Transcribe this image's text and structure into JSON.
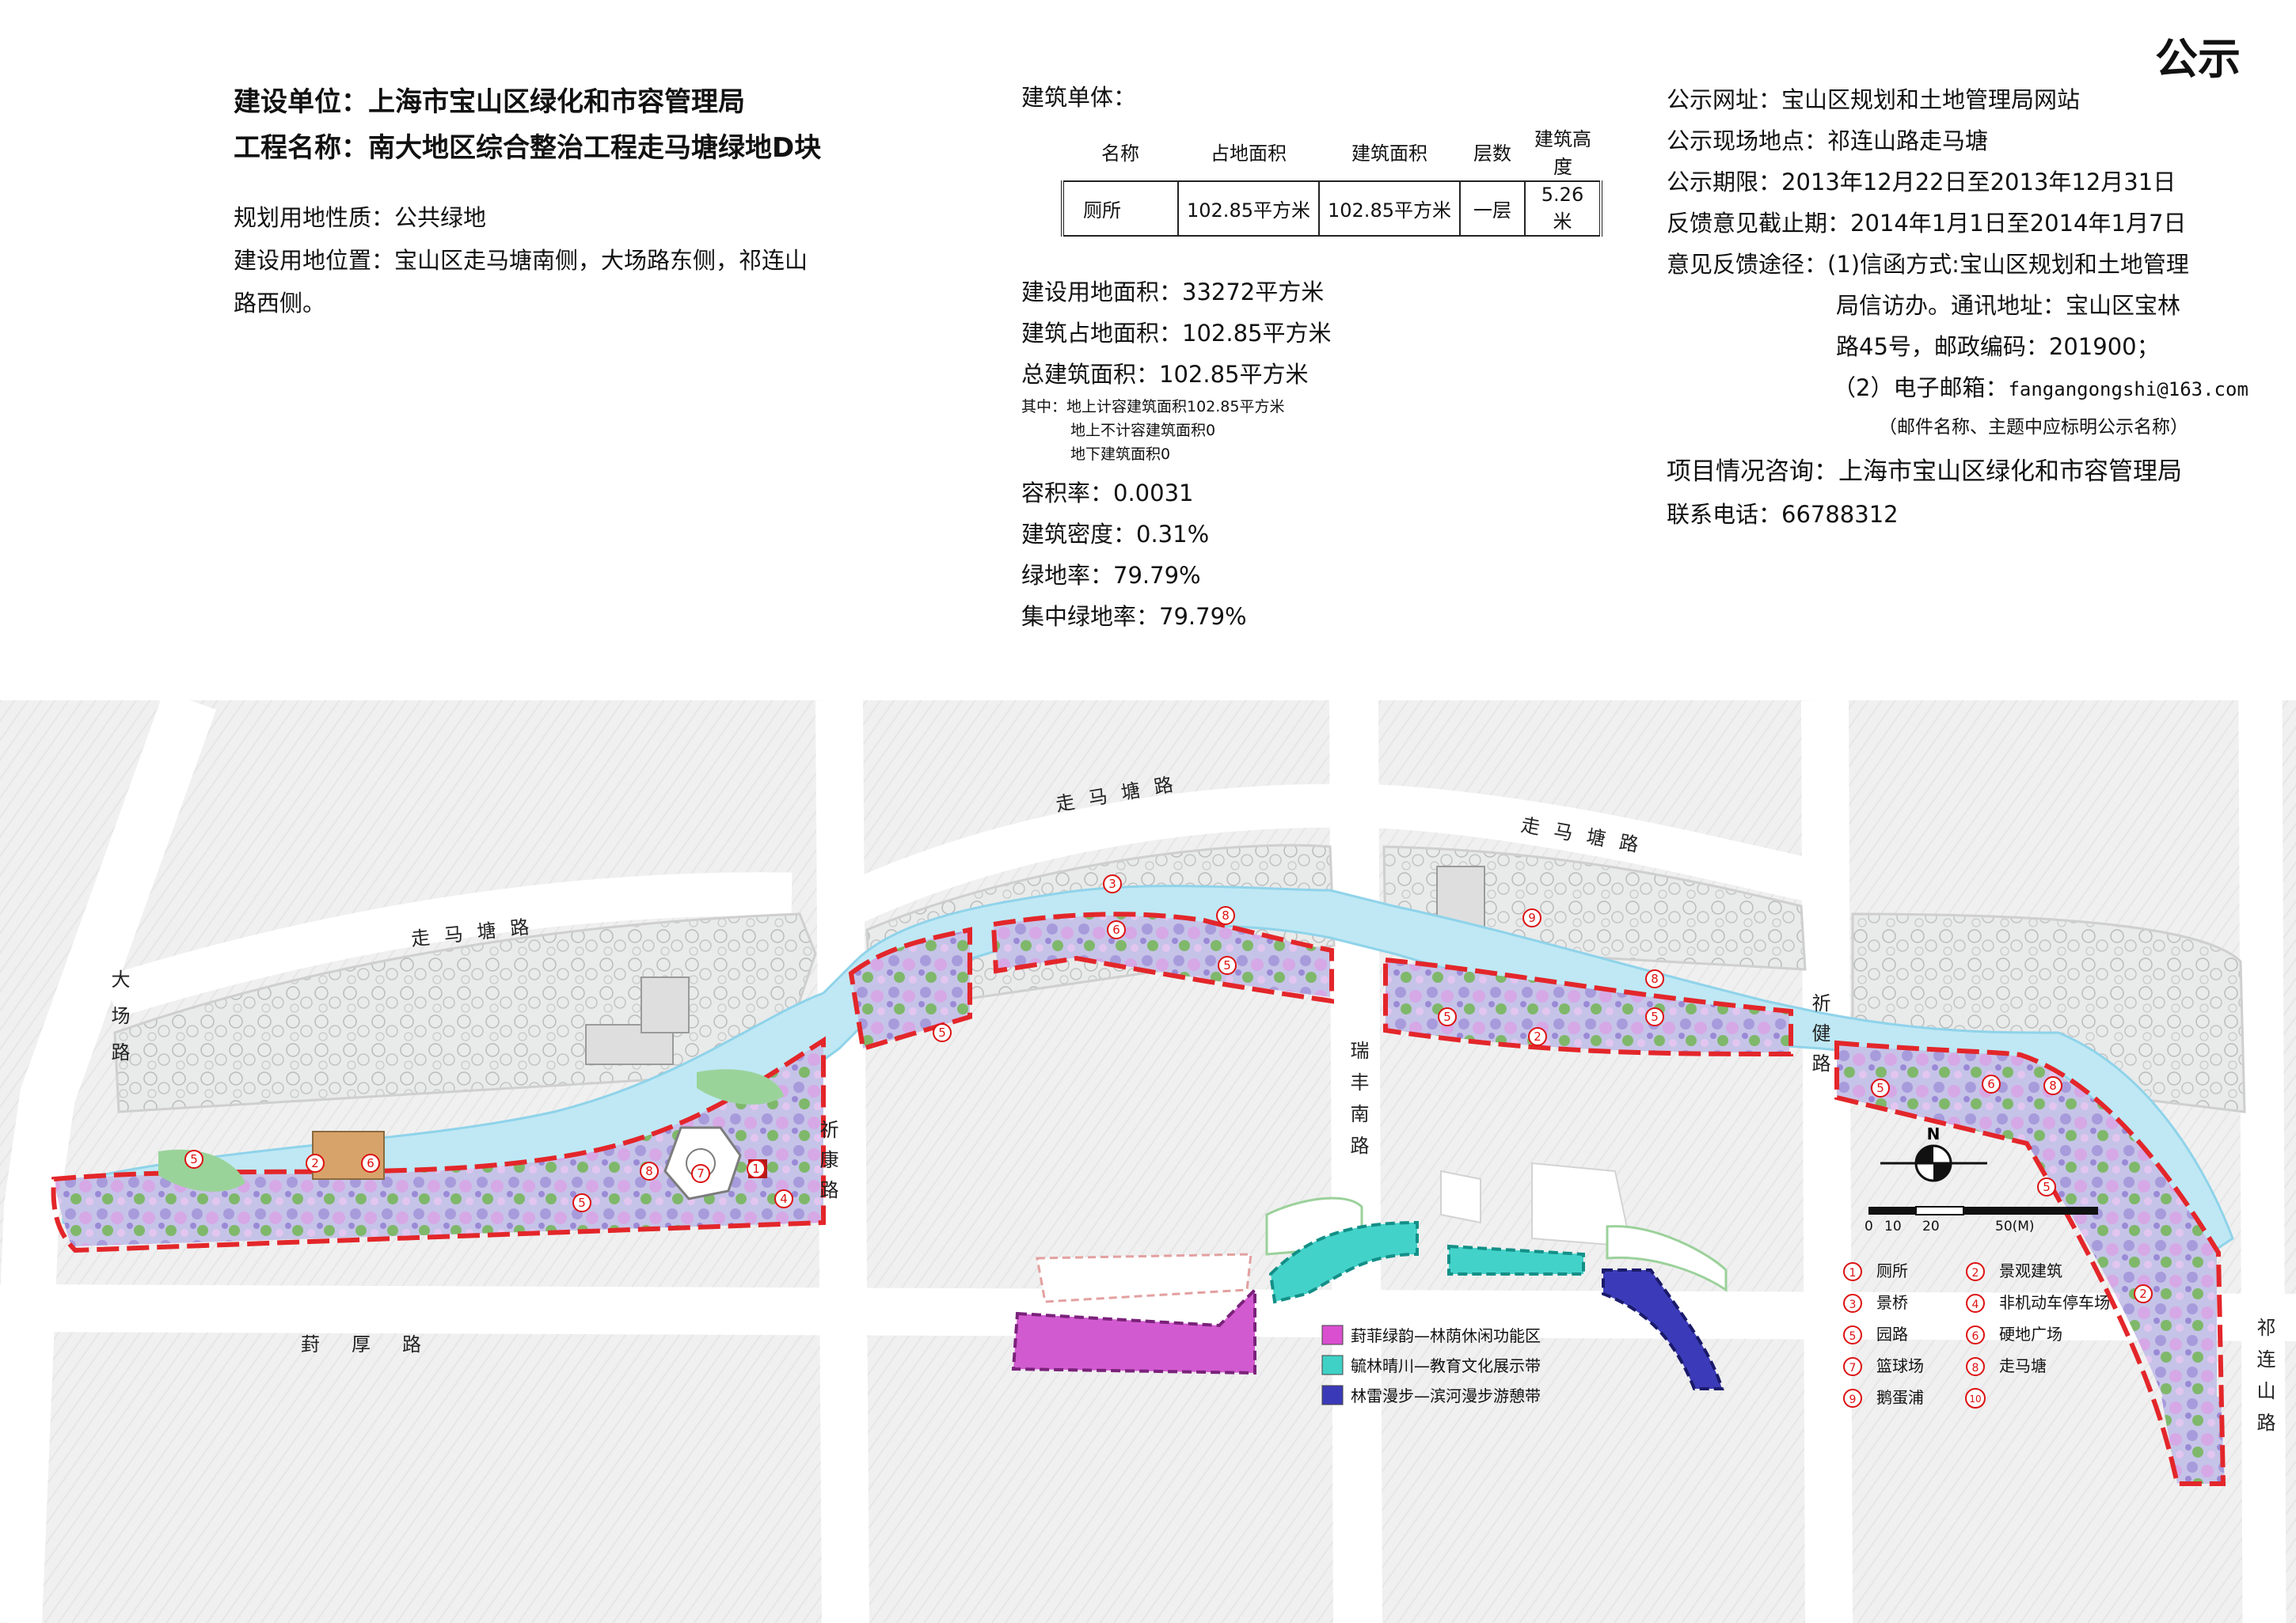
{
  "title": "公示",
  "header": {
    "builder": "建设单位：上海市宝山区绿化和市容管理局",
    "project": "工程名称：南大地区综合整治工程走马塘绿地D块",
    "land_use": "规划用地性质：公共绿地",
    "location_line1": "建设用地位置：宝山区走马塘南侧，大场路东侧，祁连山",
    "location_line2": "路西侧。"
  },
  "building": {
    "label": "建筑单体：",
    "columns": [
      "名称",
      "占地面积",
      "建筑面积",
      "层数",
      "建筑高度"
    ],
    "rows": [
      [
        "厕所",
        "102.85平方米",
        "102.85平方米",
        "一层",
        "5.26米"
      ]
    ]
  },
  "stats": {
    "site_area": "建设用地面积：33272平方米",
    "footprint": "建筑占地面积：102.85平方米",
    "total_area": "总建筑面积：102.85平方米",
    "note1": "其中：地上计容建筑面积102.85平方米",
    "note2": "地上不计容建筑面积0",
    "note3": "地下建筑面积0",
    "far": "容积率：0.0031",
    "density": "建筑密度：0.31%",
    "green": "绿地率：79.79%",
    "central_green": "集中绿地率：79.79%"
  },
  "notice": {
    "website": "公示网址：宝山区规划和土地管理局网站",
    "site": "公示现场地点：祁连山路走马塘",
    "period": "公示期限：2013年12月22日至2013年12月31日",
    "deadline": "反馈意见截止期：2014年1月1日至2014年1月7日",
    "channel1": "意见反馈途径：(1)信函方式:宝山区规划和土地管理",
    "channel2": "局信访办。通讯地址：宝山区宝林",
    "channel3": "路45号，邮政编码：201900；",
    "email_label": "（2）电子邮箱：",
    "email": "fangangongshi@163.com",
    "email_note": "（邮件名称、主题中应标明公示名称）",
    "consult": "项目情况咨询：上海市宝山区绿化和市容管理局",
    "phone": "联系电话：66788312"
  },
  "map": {
    "roads": {
      "north_west": "走马塘路",
      "north_east": "走马塘路",
      "north_left": "走马塘路",
      "west": "大场路",
      "south": "葑厚路",
      "qikang": "祈康路",
      "ruifeng": "瑞丰南路",
      "qijian": "祈健路",
      "qilianshan": "祁连山路"
    },
    "compass": "N",
    "scale": [
      "0",
      "10",
      "20",
      "50(M)"
    ],
    "legend": [
      {
        "num": "1",
        "label": "厕所"
      },
      {
        "num": "2",
        "label": "景观建筑"
      },
      {
        "num": "3",
        "label": "景桥"
      },
      {
        "num": "4",
        "label": "非机动车停车场"
      },
      {
        "num": "5",
        "label": "园路"
      },
      {
        "num": "6",
        "label": "硬地广场"
      },
      {
        "num": "7",
        "label": "篮球场"
      },
      {
        "num": "8",
        "label": "走马塘"
      },
      {
        "num": "9",
        "label": "鹅蛋浦"
      },
      {
        "num": "10",
        "label": ""
      }
    ],
    "zones": [
      {
        "label": "葑菲绿韵—林荫休闲功能区",
        "color": "#d94fd0"
      },
      {
        "label": "毓林晴川—教育文化展示带",
        "color": "#3fd1c6"
      },
      {
        "label": "林雷漫步—滨河漫步游憩带",
        "color": "#3a3ab8"
      }
    ]
  }
}
